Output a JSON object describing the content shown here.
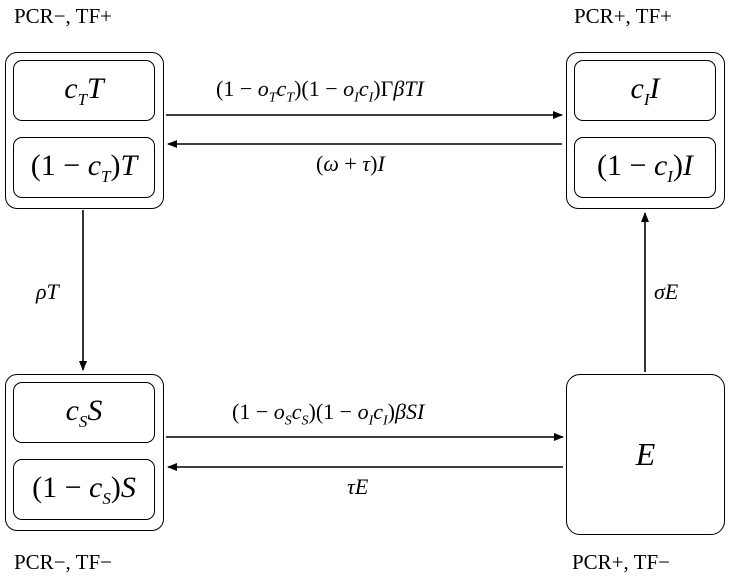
{
  "corners": {
    "top_left": "PCR−, TF+",
    "top_right": "PCR+, TF+",
    "bottom_left": "PCR−, TF−",
    "bottom_right": "PCR+, TF−"
  },
  "nodes": {
    "T": {
      "top": "cTT",
      "bottom": "(1 − cT)T"
    },
    "I": {
      "top": "cII",
      "bottom": "(1 − cI)I"
    },
    "S": {
      "top": "cSS",
      "bottom": "(1 − cS)S"
    },
    "E": {
      "label": "E"
    }
  },
  "edges": {
    "T_to_I": "(1 − oTcT)(1 − oIcI)ΓβTI",
    "I_to_T": "(ω + τ)I",
    "T_to_S": "ρT",
    "S_to_E": "(1 − oScS)(1 − oIcI)βSI",
    "E_to_S": "τE",
    "E_to_I": "σE"
  }
}
